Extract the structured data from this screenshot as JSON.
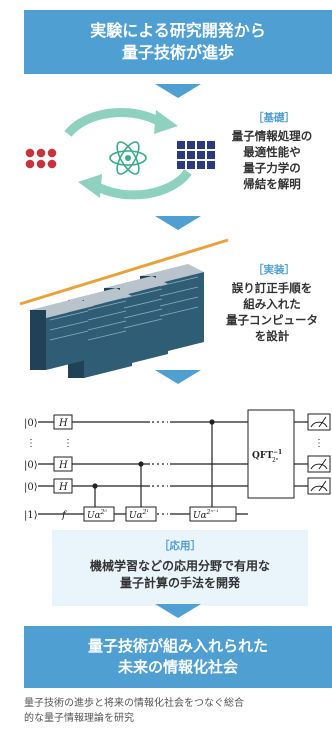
{
  "top_banner": {
    "line1": "実験による研究開発から",
    "line2": "量子技術が進歩"
  },
  "basics": {
    "tag": "［基礎］",
    "lines": [
      "量子情報処理の",
      "最適性能や",
      "量子力学の",
      "帰結を解明"
    ]
  },
  "implementation": {
    "tag": "［実装］",
    "lines": [
      "誤り訂正手順を",
      "組み入れた",
      "量子コンピュータ",
      "を設計"
    ]
  },
  "circuit": {
    "ket0": "|0⟩",
    "ket1": "|1⟩",
    "dots": "⋮",
    "hgate": "H",
    "gate_u1": "Uα",
    "gate_u1_sup": "2⁰",
    "gate_u2": "Uα",
    "gate_u2_sup": "2¹",
    "gate_u3": "Uα",
    "gate_u3_sup": "2ⁿ⁻¹",
    "qft_main": "QFT",
    "qft_sup": "−1",
    "qft_sub": "2ⁿ",
    "phi": "f"
  },
  "applied": {
    "tag": "［応用］",
    "lines": [
      "機械学習などの応用分野で有用な",
      "量子計算の手法を開発"
    ]
  },
  "bottom_banner": {
    "line1": "量子技術が組み入れられた",
    "line2": "未来の情報化社会"
  },
  "footer": {
    "line1": "量子技術の進歩と将来の情報化社会をつなぐ総合",
    "line2": "的な量子情報理論を研究"
  },
  "colors": {
    "accent_blue": "#4f9fd3",
    "cycle_green": "#8fd1bf",
    "atom_green": "#3daa8a",
    "dots_red": "#c8333a",
    "grid_navy": "#2b3a7c",
    "server_dark": "#1f4256",
    "server_top": "#b8c3cc",
    "cable_orange": "#e8a23a"
  }
}
